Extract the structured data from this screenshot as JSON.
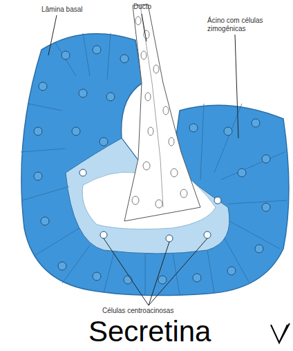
{
  "diagram": {
    "labels": [
      "Lâmina basal",
      "Ducto",
      "Ácino com células zimogênicas",
      "Células centroacinosas",
      "Secretina"
    ]
  }
}
